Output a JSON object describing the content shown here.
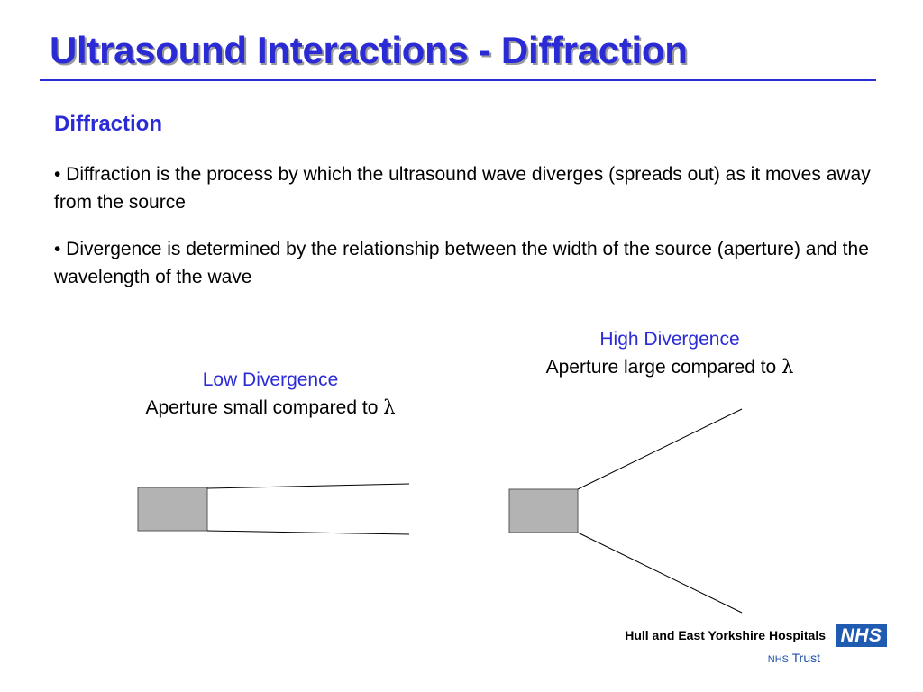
{
  "slide": {
    "title": "Ultrasound Interactions - Diffraction",
    "subheading": "Diffraction",
    "bullets": [
      "• Diffraction is the process by which the ultrasound wave diverges (spreads out) as it moves away from the source",
      "• Divergence is determined by the relationship between the width of the source (aperture) and the wavelength of the wave"
    ]
  },
  "low": {
    "heading": "Low Divergence",
    "text": "Aperture small compared to",
    "symbol": "λ"
  },
  "high": {
    "heading": "High Divergence",
    "text": "Aperture large compared to",
    "symbol": "λ"
  },
  "footer": {
    "organisation": "Hull and East Yorkshire Hospitals",
    "logo_text": "NHS",
    "trust_prefix": "NHS",
    "trust_word": "Trust"
  },
  "colors": {
    "heading_blue": "#2b2bd6",
    "source_fill": "#b3b3b3",
    "nhs_blue": "#1f5bb0"
  }
}
